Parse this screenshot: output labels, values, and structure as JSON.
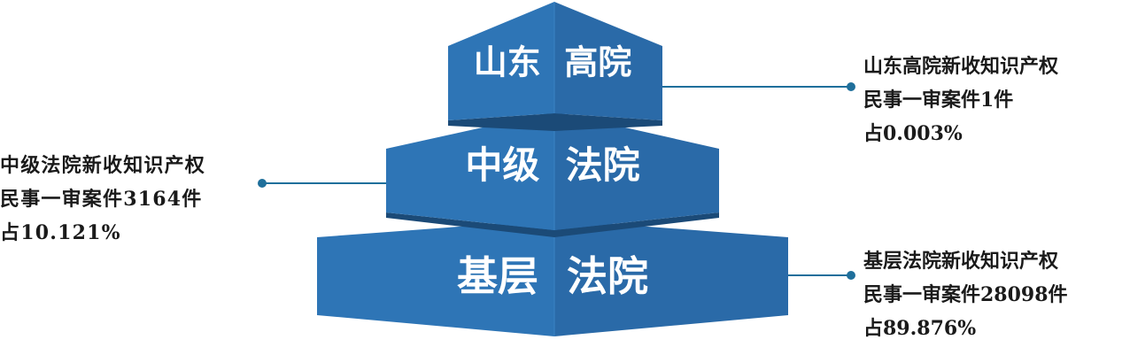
{
  "tiers": {
    "top": {
      "label": "山东  高院",
      "callout": [
        "山东高院新收知识产权",
        "民事一审案件1件",
        "占0.003%"
      ]
    },
    "middle": {
      "label": "中级  法院",
      "callout": [
        "中级法院新收知识产权",
        "民事一审案件3164件",
        "占10.121%"
      ]
    },
    "bottom": {
      "label": "基层  法院",
      "callout": [
        "基层法院新收知识产权",
        "民事一审案件28098件",
        "占89.876%"
      ]
    }
  },
  "colors": {
    "face": "#2e75b6",
    "face_dark": "#255e94",
    "edge": "#1b4a77",
    "leader": "#1f6f9b"
  }
}
